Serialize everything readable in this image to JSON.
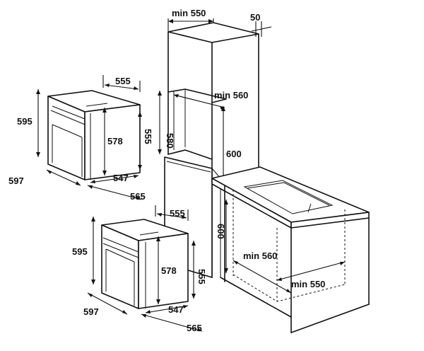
{
  "labels": {
    "cabinet_width_top": "min 550",
    "cabinet_gap": "50",
    "cabinet_depth_top": "min 560",
    "cabinet_niche_height": "580",
    "cabinet_lower_height": "600",
    "counter_height": "600",
    "counter_depth": "min 560",
    "counter_width": "min 550",
    "oven1_width_top": "555",
    "oven1_height": "595",
    "oven1_inner_height": "578",
    "oven1_side_height": "555",
    "oven1_front_width": "597",
    "oven1_inner_width": "547",
    "oven1_depth": "565",
    "oven2_width_top": "555",
    "oven2_height": "595",
    "oven2_inner_height": "578",
    "oven2_side_height": "555",
    "oven2_front_width": "597",
    "oven2_inner_width": "547",
    "oven2_depth": "565"
  }
}
